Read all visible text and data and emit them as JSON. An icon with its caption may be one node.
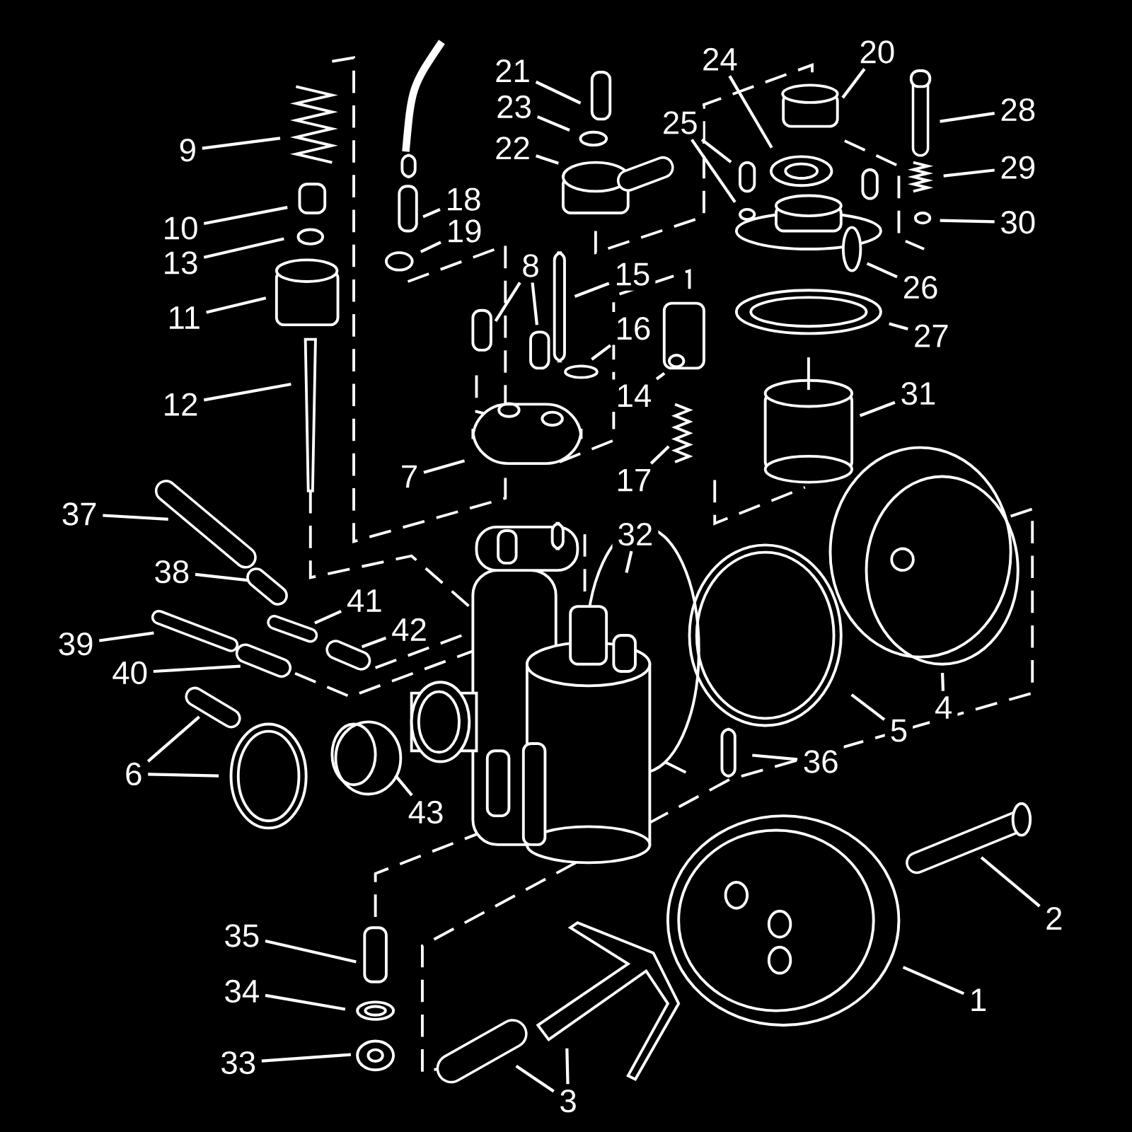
{
  "diagram": {
    "nodes": [
      {
        "text": [
          "20"
        ]
      },
      {
        "text": [
          "24"
        ]
      },
      {
        "text": [
          "21"
        ]
      },
      {
        "text": [
          "23"
        ]
      },
      {
        "text": [
          "28"
        ]
      },
      {
        "text": [
          "25"
        ]
      },
      {
        "text": [
          "9"
        ]
      },
      {
        "text": [
          "22"
        ]
      },
      {
        "text": [
          "29"
        ]
      },
      {
        "text": [
          "18"
        ]
      },
      {
        "text": [
          "30"
        ]
      },
      {
        "text": [
          "10"
        ]
      },
      {
        "text": [
          "19"
        ]
      },
      {
        "text": [
          "13"
        ]
      },
      {
        "text": [
          "8"
        ]
      },
      {
        "text": [
          "15"
        ]
      },
      {
        "text": [
          "26"
        ]
      },
      {
        "text": [
          "11"
        ]
      },
      {
        "text": [
          "16"
        ]
      },
      {
        "text": [
          "27"
        ]
      },
      {
        "text": [
          "31"
        ]
      },
      {
        "text": [
          "12"
        ]
      },
      {
        "text": [
          "14"
        ]
      },
      {
        "text": [
          "7"
        ]
      },
      {
        "text": [
          "17"
        ]
      },
      {
        "text": [
          "37"
        ]
      },
      {
        "text": [
          "32"
        ]
      },
      {
        "text": [
          "38"
        ]
      },
      {
        "text": [
          "41"
        ]
      },
      {
        "text": [
          "42"
        ]
      },
      {
        "text": [
          "39"
        ]
      },
      {
        "text": [
          "40"
        ]
      },
      {
        "text": [
          "4"
        ]
      },
      {
        "text": [
          "5"
        ]
      },
      {
        "text": [
          "36"
        ]
      },
      {
        "text": [
          "6"
        ]
      },
      {
        "text": [
          "43"
        ]
      },
      {
        "text": [
          "2"
        ]
      },
      {
        "text": [
          "35"
        ]
      },
      {
        "text": [
          "34"
        ]
      },
      {
        "text": [
          "1"
        ]
      },
      {
        "text": [
          "33"
        ]
      },
      {
        "text": [
          "3"
        ]
      }
    ],
    "edges": [
      {
        "from": 0,
        "to": null,
        "arrow": "none"
      },
      {
        "from": 1,
        "to": null,
        "arrow": "none"
      },
      {
        "from": 2,
        "to": null,
        "arrow": "none"
      },
      {
        "from": 3,
        "to": null,
        "arrow": "none"
      },
      {
        "from": 4,
        "to": null,
        "arrow": "none"
      },
      {
        "from": 5,
        "to": null,
        "arrow": "none"
      },
      {
        "from": 5,
        "to": null,
        "arrow": "none"
      },
      {
        "from": 6,
        "to": null,
        "arrow": "none"
      },
      {
        "from": 7,
        "to": null,
        "arrow": "none"
      },
      {
        "from": 8,
        "to": null,
        "arrow": "none"
      },
      {
        "from": 9,
        "to": null,
        "arrow": "none"
      },
      {
        "from": 10,
        "to": null,
        "arrow": "none"
      },
      {
        "from": 11,
        "to": null,
        "arrow": "none"
      },
      {
        "from": 12,
        "to": null,
        "arrow": "none"
      },
      {
        "from": 13,
        "to": null,
        "arrow": "none"
      },
      {
        "from": 14,
        "to": null,
        "arrow": "none"
      },
      {
        "from": 14,
        "to": null,
        "arrow": "none"
      },
      {
        "from": 15,
        "to": null,
        "arrow": "none"
      },
      {
        "from": 16,
        "to": null,
        "arrow": "none"
      },
      {
        "from": 17,
        "to": null,
        "arrow": "none"
      },
      {
        "from": 18,
        "to": null,
        "arrow": "none"
      },
      {
        "from": 19,
        "to": null,
        "arrow": "none"
      },
      {
        "from": 20,
        "to": null,
        "arrow": "none"
      },
      {
        "from": 21,
        "to": null,
        "arrow": "none"
      },
      {
        "from": 22,
        "to": null,
        "arrow": "none"
      },
      {
        "from": 23,
        "to": null,
        "arrow": "none"
      },
      {
        "from": 24,
        "to": null,
        "arrow": "none"
      },
      {
        "from": 25,
        "to": null,
        "arrow": "none"
      },
      {
        "from": 26,
        "to": null,
        "arrow": "none"
      },
      {
        "from": 27,
        "to": null,
        "arrow": "none"
      },
      {
        "from": 28,
        "to": null,
        "arrow": "none"
      },
      {
        "from": 29,
        "to": null,
        "arrow": "none"
      },
      {
        "from": 30,
        "to": null,
        "arrow": "none"
      },
      {
        "from": 31,
        "to": null,
        "arrow": "none"
      },
      {
        "from": 32,
        "to": null,
        "arrow": "none"
      },
      {
        "from": 33,
        "to": null,
        "arrow": "none"
      },
      {
        "from": 34,
        "to": null,
        "arrow": "none"
      },
      {
        "from": 35,
        "to": null,
        "arrow": "none"
      },
      {
        "from": 35,
        "to": null,
        "arrow": "none"
      },
      {
        "from": 36,
        "to": null,
        "arrow": "none"
      },
      {
        "from": 37,
        "to": null,
        "arrow": "none"
      },
      {
        "from": 38,
        "to": null,
        "arrow": "none"
      },
      {
        "from": 39,
        "to": null,
        "arrow": "none"
      },
      {
        "from": 40,
        "to": null,
        "arrow": "none"
      },
      {
        "from": 41,
        "to": null,
        "arrow": "none"
      },
      {
        "from": 42,
        "to": null,
        "arrow": "none"
      },
      {
        "from": 42,
        "to": null,
        "arrow": "none"
      }
    ]
  }
}
